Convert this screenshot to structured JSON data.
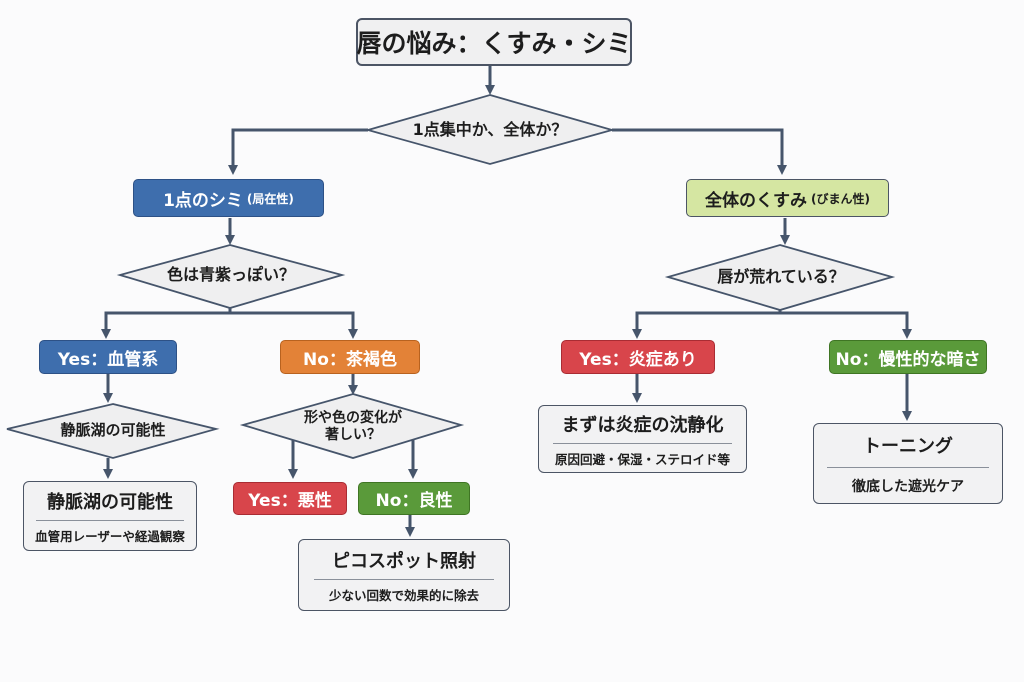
{
  "title": "唇の悩み：くすみ・シミ",
  "decisions": {
    "root": "1点集中か、全体か？",
    "left": "色は青紫っぽい？",
    "right": "唇が荒れている？",
    "vascular": "静脈湖の可能性",
    "brown": [
      "形や色の変化が",
      "著しい？"
    ]
  },
  "nodes": {
    "local_spot": {
      "label": "1点のシミ",
      "sub": "(局在性)"
    },
    "diffuse_dull": {
      "label": "全体のくすみ",
      "sub": "(びまん性)"
    },
    "yes_vascular": "Yes：血管系",
    "no_brown": "No：茶褐色",
    "yes_malignant": "Yes：悪性",
    "no_benign": "No：良性",
    "yes_inflammation": "Yes：炎症あり",
    "no_chronic": "No：慢性的な暗さ"
  },
  "outcomes": {
    "venous_lake": {
      "title": "静脈湖の可能性",
      "sub": "血管用レーザーや経過観察"
    },
    "pico": {
      "title": "ピコスポット照射",
      "sub": "少ない回数で効果的に除去"
    },
    "soothe": {
      "title": "まずは炎症の沈静化",
      "sub": "原因回避・保湿・ステロイド等"
    },
    "toning": {
      "title": "トーニング",
      "sub": "徹底した遮光ケア"
    }
  },
  "colors": {
    "connector": "#46556b",
    "diamond_fill": "#efeff0",
    "blue": "#3e6ead",
    "lime": "#d5e6a2",
    "orange": "#e38237",
    "red": "#d8454b",
    "green": "#5a9a3a"
  }
}
